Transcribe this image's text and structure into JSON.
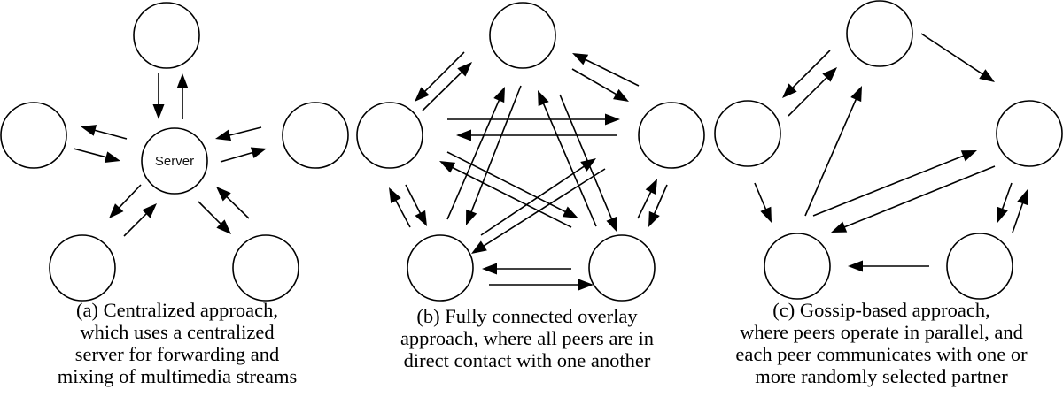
{
  "figure": {
    "panels": [
      {
        "id": "a",
        "name": "centralized",
        "server_label": "Server",
        "nodes": [
          "top",
          "left",
          "right",
          "server",
          "bottom-left",
          "bottom-right"
        ],
        "edges": [
          [
            "top",
            "server"
          ],
          [
            "server",
            "top"
          ],
          [
            "server",
            "left"
          ],
          [
            "left",
            "server"
          ],
          [
            "right",
            "server"
          ],
          [
            "server",
            "right"
          ],
          [
            "server",
            "bottom-left"
          ],
          [
            "bottom-left",
            "server"
          ],
          [
            "server",
            "bottom-right"
          ],
          [
            "bottom-right",
            "server"
          ]
        ],
        "caption": [
          "(a) Centralized approach,",
          "which uses a centralized",
          "server for forwarding and",
          "mixing of multimedia streams"
        ]
      },
      {
        "id": "b",
        "name": "fully-connected",
        "nodes": [
          "top",
          "left",
          "right",
          "bottom-left",
          "bottom-right"
        ],
        "edges": [
          [
            "top",
            "left"
          ],
          [
            "left",
            "top"
          ],
          [
            "right",
            "top"
          ],
          [
            "top",
            "right"
          ],
          [
            "left",
            "right"
          ],
          [
            "right",
            "left"
          ],
          [
            "bottom-left",
            "top"
          ],
          [
            "top",
            "bottom-left"
          ],
          [
            "bottom-right",
            "top"
          ],
          [
            "top",
            "bottom-right"
          ],
          [
            "left",
            "bottom-right"
          ],
          [
            "bottom-right",
            "left"
          ],
          [
            "bottom-left",
            "right"
          ],
          [
            "right",
            "bottom-left"
          ],
          [
            "bottom-left",
            "left"
          ],
          [
            "left",
            "bottom-left"
          ],
          [
            "bottom-right",
            "right"
          ],
          [
            "right",
            "bottom-right"
          ],
          [
            "bottom-right",
            "bottom-left"
          ],
          [
            "bottom-left",
            "bottom-right"
          ]
        ],
        "caption": [
          "(b) Fully connected overlay",
          "approach, where all peers are in",
          "direct contact with one another"
        ]
      },
      {
        "id": "c",
        "name": "gossip-based",
        "nodes": [
          "top",
          "left",
          "right",
          "bottom-left",
          "bottom-right"
        ],
        "edges": [
          [
            "top",
            "left"
          ],
          [
            "left",
            "top"
          ],
          [
            "top",
            "right"
          ],
          [
            "bottom-left",
            "top"
          ],
          [
            "left",
            "bottom-left"
          ],
          [
            "bottom-left",
            "right"
          ],
          [
            "right",
            "bottom-left"
          ],
          [
            "right",
            "bottom-right"
          ],
          [
            "bottom-right",
            "right"
          ],
          [
            "bottom-right",
            "bottom-left"
          ]
        ],
        "caption": [
          "(c) Gossip-based approach,",
          "where peers operate in parallel, and",
          "each peer communicates with one or",
          "more randomly selected partner"
        ]
      }
    ]
  }
}
